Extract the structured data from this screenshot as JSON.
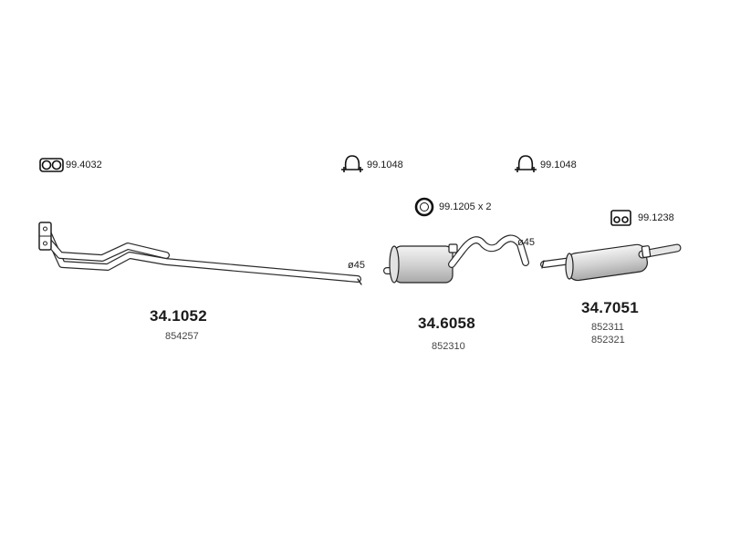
{
  "accessories": {
    "gasket": "99.4032",
    "clamp_1": "99.1048",
    "clamp_2": "99.1048",
    "ring": "99.1205 x 2",
    "hanger": "99.1238"
  },
  "diameters": {
    "front": "ø45",
    "middle": "ø45"
  },
  "parts": [
    {
      "number": "34.1052",
      "oem": [
        "854257"
      ]
    },
    {
      "number": "34.6058",
      "oem": [
        "852310"
      ]
    },
    {
      "number": "34.7051",
      "oem": [
        "852311",
        "852321"
      ]
    }
  ]
}
